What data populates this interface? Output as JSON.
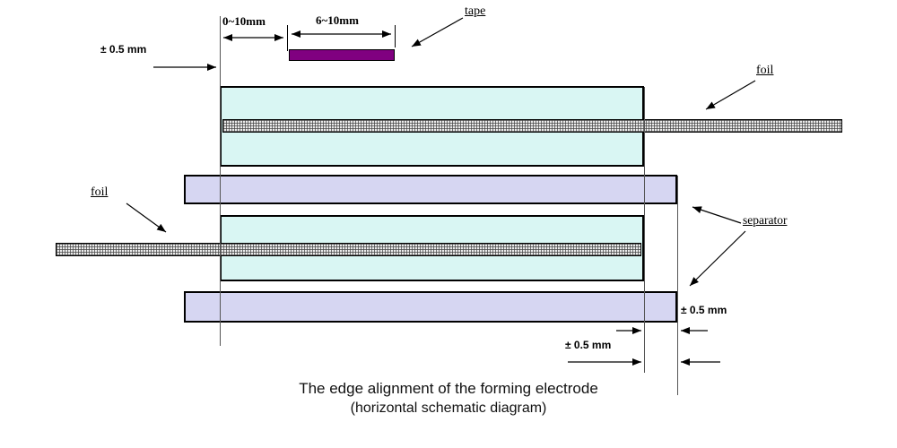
{
  "diagram": {
    "title": "The edge alignment of the forming electrode",
    "subtitle": "(horizontal schematic diagram)",
    "labels": {
      "tape": "tape",
      "foil_right": "foil",
      "foil_left": "foil",
      "separator": "separator"
    },
    "dimensions": {
      "electrode_to_tape_gap": "0~10mm",
      "tape_width": "6~10mm",
      "left_edge_tolerance": "± 0.5 mm",
      "right_edge_tolerance": "± 0.5 mm",
      "bottom_edge_tolerance": "± 0.5 mm"
    },
    "colors": {
      "electrode_fill": "#d9f6f3",
      "separator_fill": "#d6d6f2",
      "tape_fill": "#800080",
      "outline": "#000000"
    }
  }
}
